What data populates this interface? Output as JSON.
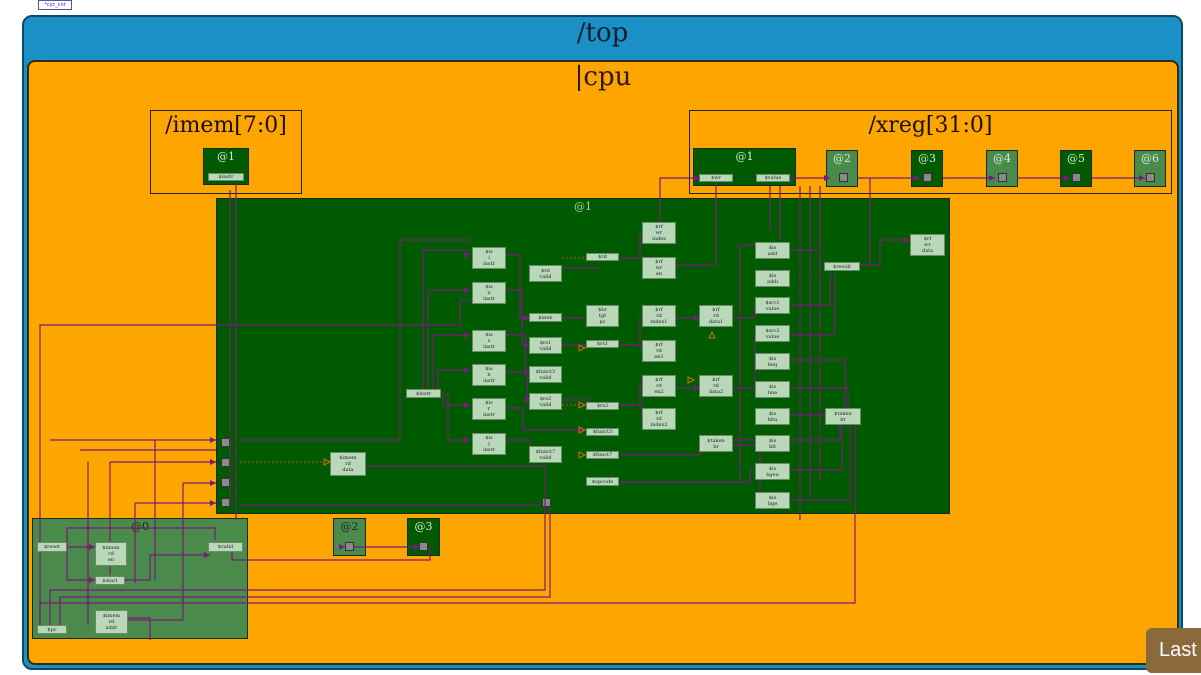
{
  "badge": "*cyc_cnt",
  "scopes": {
    "top": "/top",
    "cpu": "|cpu",
    "imem": "/imem[7:0]",
    "xreg": "/xreg[31:0]"
  },
  "stages": {
    "imem_s1": "@1",
    "xreg_s1": "@1",
    "xreg_s2": "@2",
    "xreg_s3": "@3",
    "xreg_s4": "@4",
    "xreg_s5": "@5",
    "xreg_s6": "@6",
    "main_s1": "@1",
    "s0": "@0",
    "cpu_s2": "@2",
    "cpu_s3": "@3"
  },
  "signals": {
    "imem_instr": "$instr",
    "xreg_wr": "$wr",
    "xreg_value": "$value",
    "main_instr": "$instr",
    "is_i_instr": "$is\ni\ninstr",
    "is_u_instr": "$is\nu\ninstr",
    "is_s_instr": "$is\ns\ninstr",
    "is_b_instr": "$is\nb\ninstr",
    "is_r_instr": "$is\nr\ninstr",
    "is_j_instr": "$is\nj\ninstr",
    "rd_valid": "$rd\nvalid",
    "rd": "$rd",
    "imm": "$imm",
    "rs1_valid": "$rs1\nvalid",
    "rs1": "$rs1",
    "funct3_valid": "$funct3\nvalid",
    "rs2_valid": "$rs2\nvalid",
    "rs2": "$rs2",
    "funct3": "$funct3",
    "funct7_valid": "$funct7\nvalid",
    "funct7": "$funct7",
    "opcode": "$opcode",
    "rf_wr_index": "$rf\nwr\nindex",
    "rf_wr_en": "$rf\nwr\nen",
    "br_tgt_pc": "$br\ntgt\npc",
    "rf_rd_index1": "$rf\nrd\nindex1",
    "rf_rd_en1": "$rf\nrd\nen1",
    "rf_rd_en2": "$rf\nrd\nen2",
    "rf_rd_index2": "$rf\nrd\nindex2",
    "rf_rd_data1": "$rf\nrd\ndata1",
    "rf_rd_data2": "$rf\nrd\ndata2",
    "taken_br": "$taken\nbr",
    "is_add": "$is\nadd",
    "is_addi": "$is\naddi",
    "src1_value": "$src1\nvalue",
    "src2_value": "$src2\nvalue",
    "is_beq": "$is\nbeq",
    "is_bne": "$is\nbne",
    "is_bltu": "$is\nbltu",
    "is_blt": "$is\nblt",
    "is_bgeu": "$is\nbgeu",
    "is_bge": "$is\nbge",
    "result": "$result",
    "rf_wr_data": "$rf\nwr\ndata",
    "imem_rd_data": "$imem\nrd\ndata",
    "reset": "$reset",
    "imem_rd_en": "$imem\nrd\nen",
    "start": "$start",
    "valid": "$valid",
    "pc": "$pc",
    "imem_rd_addr": "$imem\nrd\naddr"
  },
  "last_button": "Last"
}
